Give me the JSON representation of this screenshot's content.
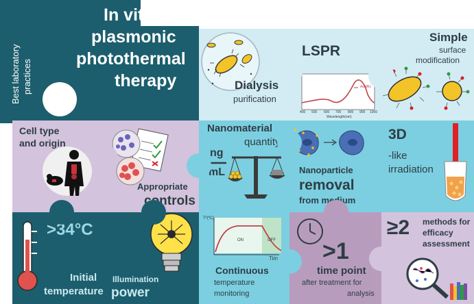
{
  "title": {
    "side": [
      "Best laboratory",
      "practices"
    ],
    "main": [
      "In vitro",
      "plasmonic",
      "photothermal",
      "therapy"
    ]
  },
  "tiles": {
    "dialysis": {
      "l1": "Dialysis",
      "l2": "purification"
    },
    "lspr": {
      "title": "LSPR",
      "legend": "AuNRs",
      "xlabel": "Wavelength(nm)",
      "xticks": [
        "400",
        "500",
        "600",
        "700",
        "800",
        "900",
        "1000"
      ]
    },
    "surface": {
      "l1": "Simple",
      "l2": "surface",
      "l3": "modification"
    },
    "cell": {
      "l1": "Cell type",
      "l2": "and origin"
    },
    "controls": {
      "l1": "Appropriate",
      "l2": "controls"
    },
    "nanomaterial": {
      "l1": "Nanomaterial",
      "l2": "quantity",
      "num": "ng",
      "den": "mL"
    },
    "removal": {
      "l1": "Nanoparticle",
      "l2": "removal",
      "l3": "from medium"
    },
    "irradiation": {
      "l1": "3D",
      "l2": "-like",
      "l3": "irradiation"
    },
    "temperature": {
      "big": ">34°C",
      "l1": "Initial",
      "l2": "temperature"
    },
    "power": {
      "l1": "Illumination",
      "l2": "power"
    },
    "monitoring": {
      "axis": "Tº(ºC)",
      "on": "ON",
      "off": "OFF",
      "time": "Time",
      "l1": "Continuous",
      "l2": "temperature",
      "l3": "monitoring"
    },
    "timepoint": {
      "big": ">1",
      "l1": "time point",
      "l2": "after treatment for",
      "l3": "analysis"
    },
    "methods": {
      "big": "≥2",
      "l1": "methods for",
      "l2": "efficacy",
      "l3": "assessment"
    }
  },
  "colors": {
    "dark_teal": "#1c5e6d",
    "light_blue": "#d3ecf3",
    "mid_blue": "#7ccfe0",
    "bright_blue": "#54b9d1",
    "lavender": "#d3c3dc",
    "mauve": "#b89cbe",
    "text": "#2e3d44"
  }
}
